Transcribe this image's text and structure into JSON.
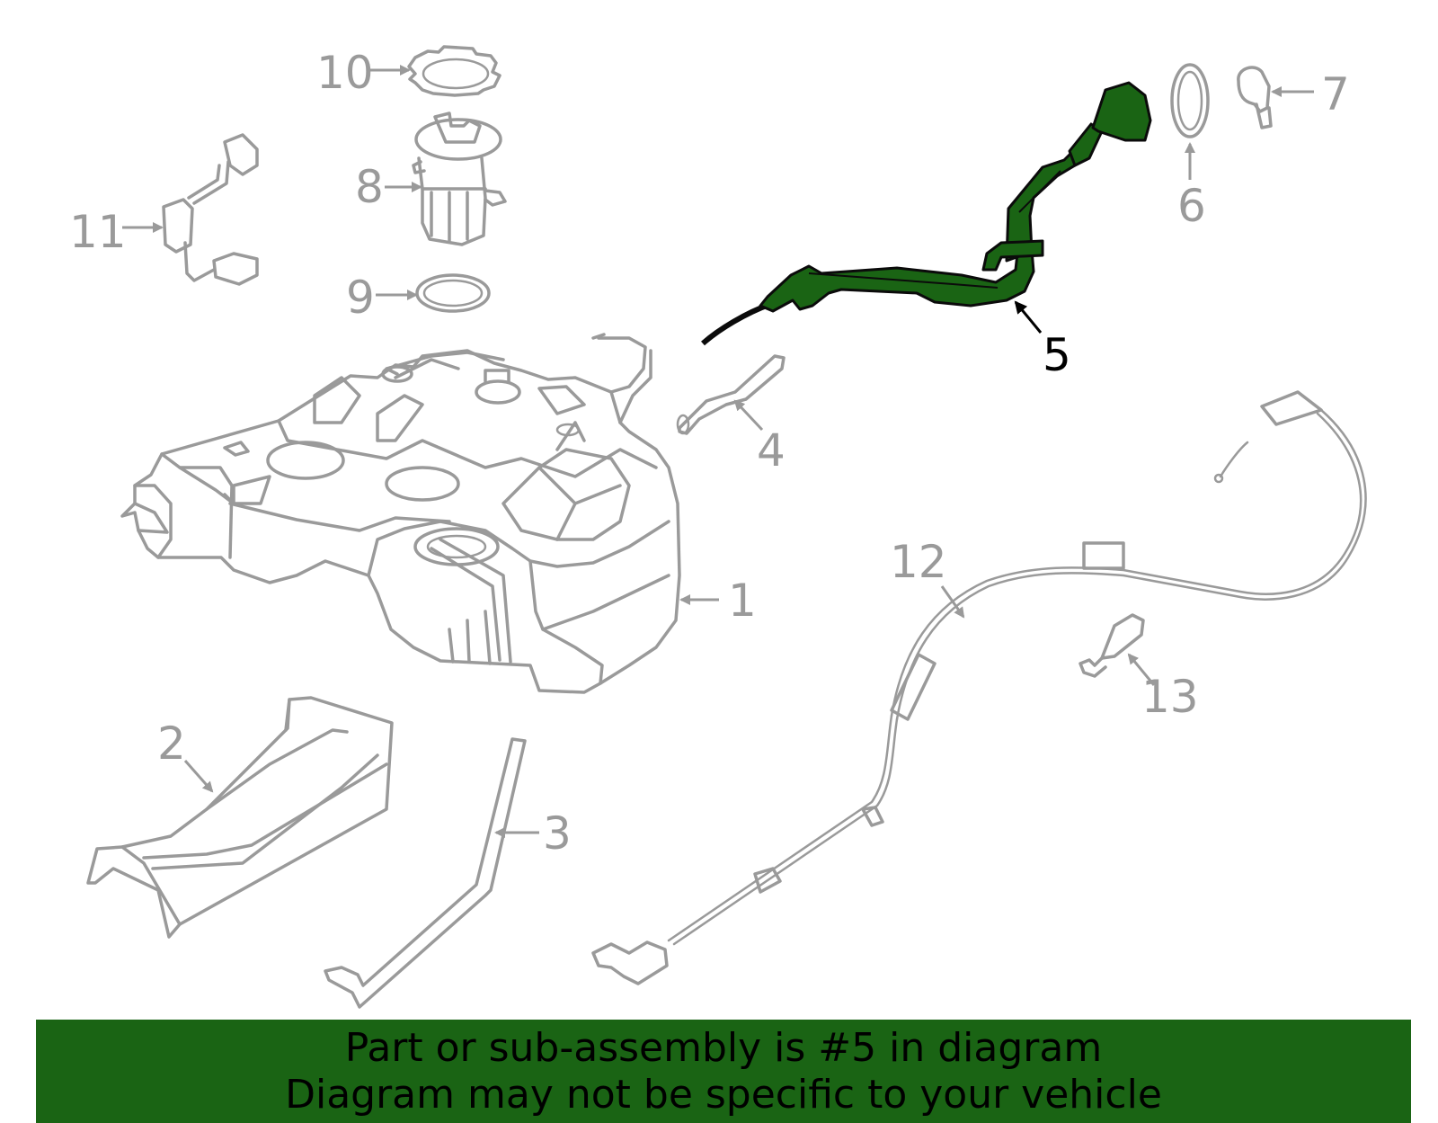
{
  "diagram": {
    "highlight_color": "#1a6414",
    "part_stroke_color": "#9a9a9a",
    "callouts": {
      "c1": "1",
      "c2": "2",
      "c3": "3",
      "c4": "4",
      "c5": "5",
      "c6": "6",
      "c7": "7",
      "c8": "8",
      "c9": "9",
      "c10": "10",
      "c11": "11",
      "c12": "12",
      "c13": "13"
    },
    "highlighted_callout": "5"
  },
  "banner": {
    "line1": "Part or sub-assembly is #5 in diagram",
    "line2": "Diagram may not be specific to your vehicle"
  }
}
